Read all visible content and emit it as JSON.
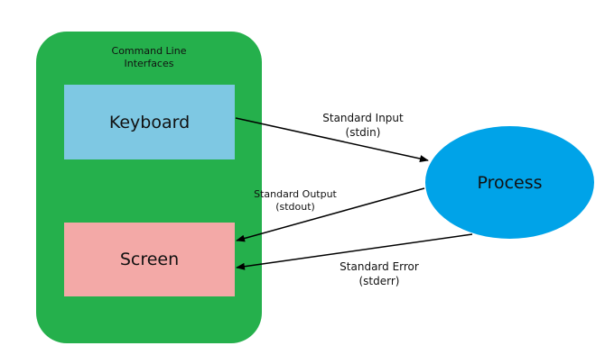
{
  "container": {
    "title_line1": "Command Line",
    "title_line2": "Interfaces",
    "color": "#25b04c"
  },
  "nodes": {
    "keyboard": {
      "label": "Keyboard",
      "color": "#7ec8e3"
    },
    "screen": {
      "label": "Screen",
      "color": "#f3a9a7"
    },
    "process": {
      "label": "Process",
      "color": "#00a3e8"
    }
  },
  "edges": {
    "stdin": {
      "line1": "Standard Input",
      "line2": "(stdin)",
      "from": "keyboard",
      "to": "process"
    },
    "stdout": {
      "line1": "Standard Output",
      "line2": "(stdout)",
      "from": "process",
      "to": "screen"
    },
    "stderr": {
      "line1": "Standard Error",
      "line2": "(stderr)",
      "from": "process",
      "to": "screen"
    }
  }
}
